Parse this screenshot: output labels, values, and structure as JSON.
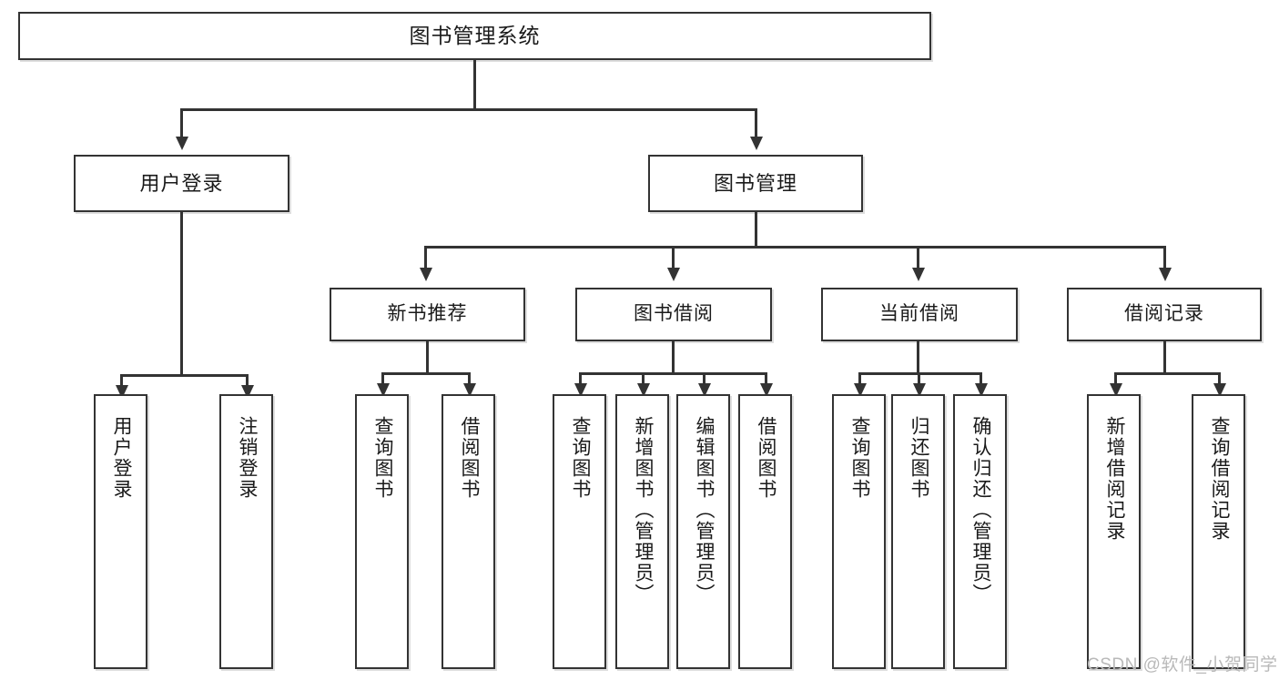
{
  "diagram": {
    "type": "tree",
    "title": "图书管理系统",
    "watermark": "CSDN @软件_小贺同学",
    "colors": {
      "stroke": "#333333",
      "fill": "#ffffff",
      "text": "#1a1a1a",
      "watermark": "#b9b9b9"
    },
    "nodes": {
      "root": {
        "label": "图书管理系统"
      },
      "level2": [
        {
          "label": "用户登录"
        },
        {
          "label": "图书管理"
        }
      ],
      "level3": [
        {
          "label": "新书推荐"
        },
        {
          "label": "图书借阅"
        },
        {
          "label": "当前借阅"
        },
        {
          "label": "借阅记录"
        }
      ],
      "leaves": {
        "user_login": [
          {
            "label": "用户登录"
          },
          {
            "label": "注销登录"
          }
        ],
        "new_book": [
          {
            "label": "查询图书"
          },
          {
            "label": "借阅图书"
          }
        ],
        "book_borrow": [
          {
            "label": "查询图书"
          },
          {
            "label": "新增图书（管理员）"
          },
          {
            "label": "编辑图书（管理员）"
          },
          {
            "label": "借阅图书"
          }
        ],
        "current_borrow": [
          {
            "label": "查询图书"
          },
          {
            "label": "归还图书"
          },
          {
            "label": "确认归还（管理员）"
          }
        ],
        "borrow_record": [
          {
            "label": "新增借阅记录"
          },
          {
            "label": "查询借阅记录"
          }
        ]
      }
    }
  }
}
